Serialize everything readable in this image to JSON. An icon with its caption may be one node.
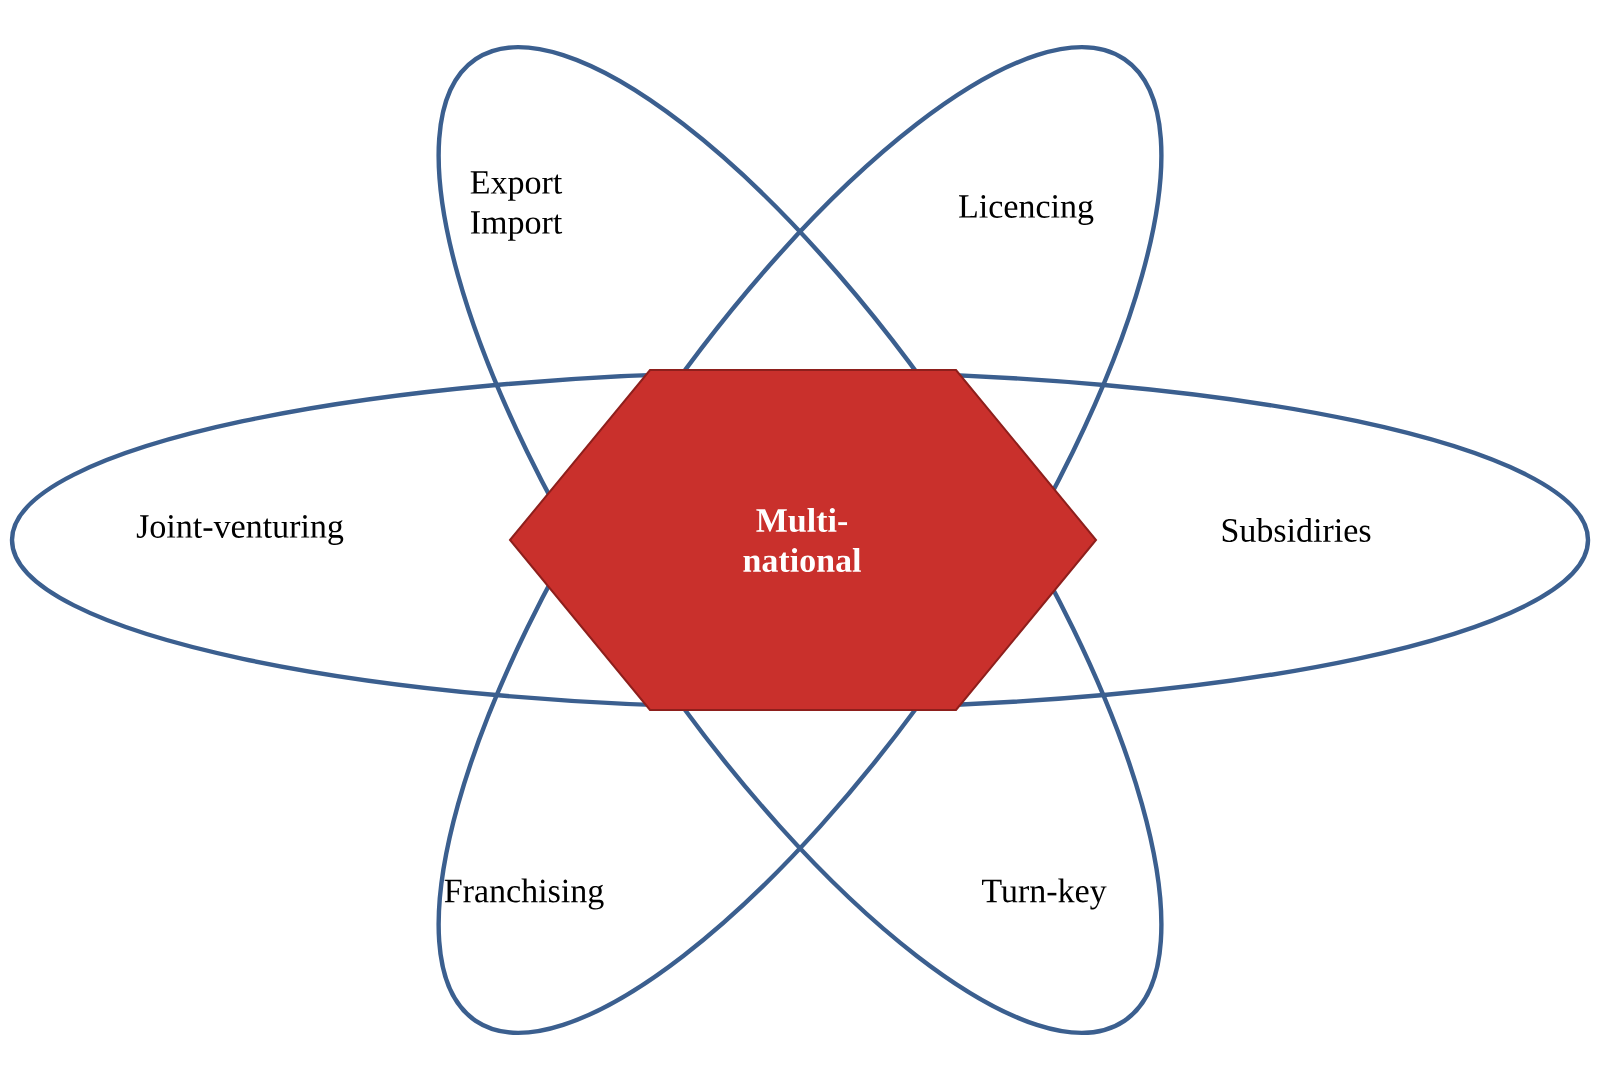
{
  "diagram": {
    "nodes": [
      {
        "text": [
          "Multi- national"
        ]
      }
    ],
    "labels": [
      "Export Import",
      "Licencing",
      "Joint-venturing",
      "Subsidiries",
      "Franchising",
      "Turn-key"
    ]
  }
}
